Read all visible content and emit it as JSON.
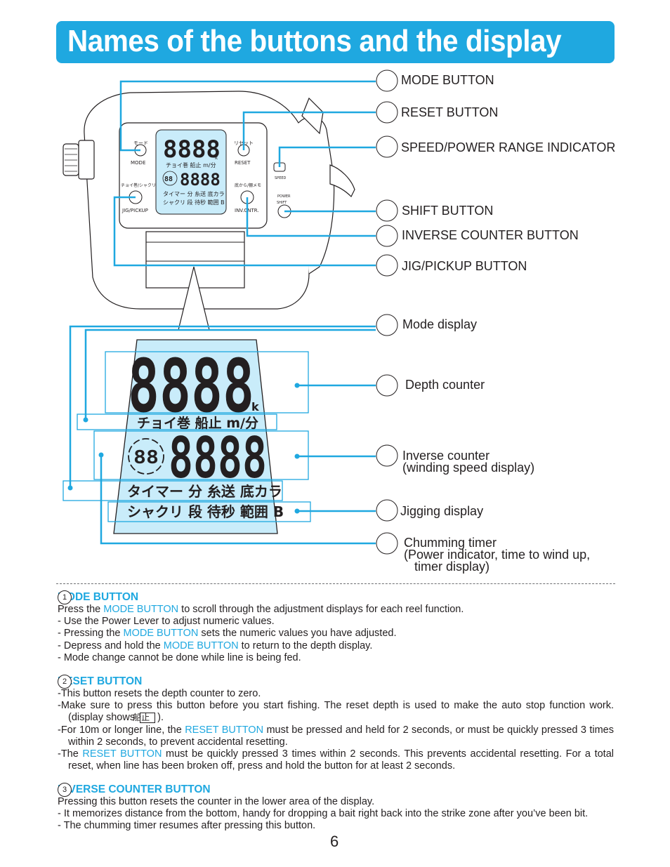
{
  "title": "Names of the buttons and the display",
  "callouts": {
    "mode_button": "MODE BUTTON",
    "reset_button": "RESET BUTTON",
    "speed_power": "SPEED/POWER RANGE INDICATOR",
    "shift_button": "SHIFT BUTTON",
    "inverse_counter_button": "INVERSE COUNTER BUTTON",
    "jig_pickup_button": "JIG/PICKUP BUTTON",
    "mode_display": "Mode display",
    "depth_counter": "Depth counter",
    "inverse_counter": "Inverse counter\n(winding speed display)",
    "jigging_display": "Jigging display",
    "chumming_timer": "Chumming timer\n(Power indicator, time to wind up,\n   timer display)"
  },
  "device": {
    "mode_jp": "モード",
    "mode_en": "MODE",
    "reset_jp": "リセット",
    "reset_en": "RESET",
    "jig_jp": "チョイ巻/シャクリ",
    "jig_en": "JIG/PICKUP",
    "inv_jp": "底から/棚メモ",
    "inv_en": "INV.CNTR.",
    "speed": "SPEED",
    "power": "POWER",
    "shift": "SHIFT",
    "digits": "8888",
    "unit_k": "k",
    "row1": "チョイ巻 船止 m/分",
    "row2a": "タイマー 分 糸送 底カラ",
    "row2b": "シャクリ 段 待秒 範囲 B",
    "small_digits": "88"
  },
  "display": {
    "digits": "8888",
    "unit_k": "k",
    "row1": "チョイ巻 船止 m/分",
    "row2": "タイマー 分 糸送 底カラ",
    "row3": "シャクリ 段 待秒 範囲 B",
    "small_digits": "88"
  },
  "sections": [
    {
      "num": "1",
      "title": "MODE BUTTON",
      "lines": [
        [
          "Press the ",
          {
            "hl": "MODE BUTTON"
          },
          " to scroll through the adjustment displays for each reel function."
        ],
        [
          "- Use the Power Lever to adjust numeric values."
        ],
        [
          "- Pressing the ",
          {
            "hl": "MODE BUTTON"
          },
          " sets the numeric values you have adjusted."
        ],
        [
          "- Depress and hold the ",
          {
            "hl": "MODE BUTTON"
          },
          " to return to the depth display."
        ],
        [
          "- Mode change cannot be done while line is being fed."
        ]
      ]
    },
    {
      "num": "2",
      "title": "RESET BUTTON",
      "lines": [
        [
          "-This button resets the depth counter to zero."
        ],
        [
          "-Make sure to press this button before you start fishing. The reset depth is used to make the auto stop function work. (display shows ",
          {
            "box": "船止"
          },
          ")."
        ],
        [
          "-For 10m or longer line, the ",
          {
            "hl": "RESET BUTTON"
          },
          " must be pressed and held for 2 seconds, or must be quickly pressed 3 times within 2 seconds, to prevent accidental resetting."
        ],
        [
          "-The ",
          {
            "hl": "RESET BUTTON"
          },
          " must be quickly pressed 3 times within 2 seconds. This prevents accidental resetting. For a total reset, when line has been broken off, press and hold the button for at least 2 seconds."
        ]
      ]
    },
    {
      "num": "3",
      "title": "INVERSE COUNTER BUTTON",
      "lines": [
        [
          "Pressing this button resets the counter in the lower area of the display."
        ],
        [
          "- It memorizes distance from the bottom, handy for dropping a bait right back into the strike zone after you’ve been bit."
        ],
        [
          "- The chumming timer resumes after pressing this button."
        ]
      ]
    }
  ],
  "page_number": "6",
  "colors": {
    "accent": "#1fa8e0",
    "lcd": "#c9ecfa",
    "text": "#231f20"
  }
}
